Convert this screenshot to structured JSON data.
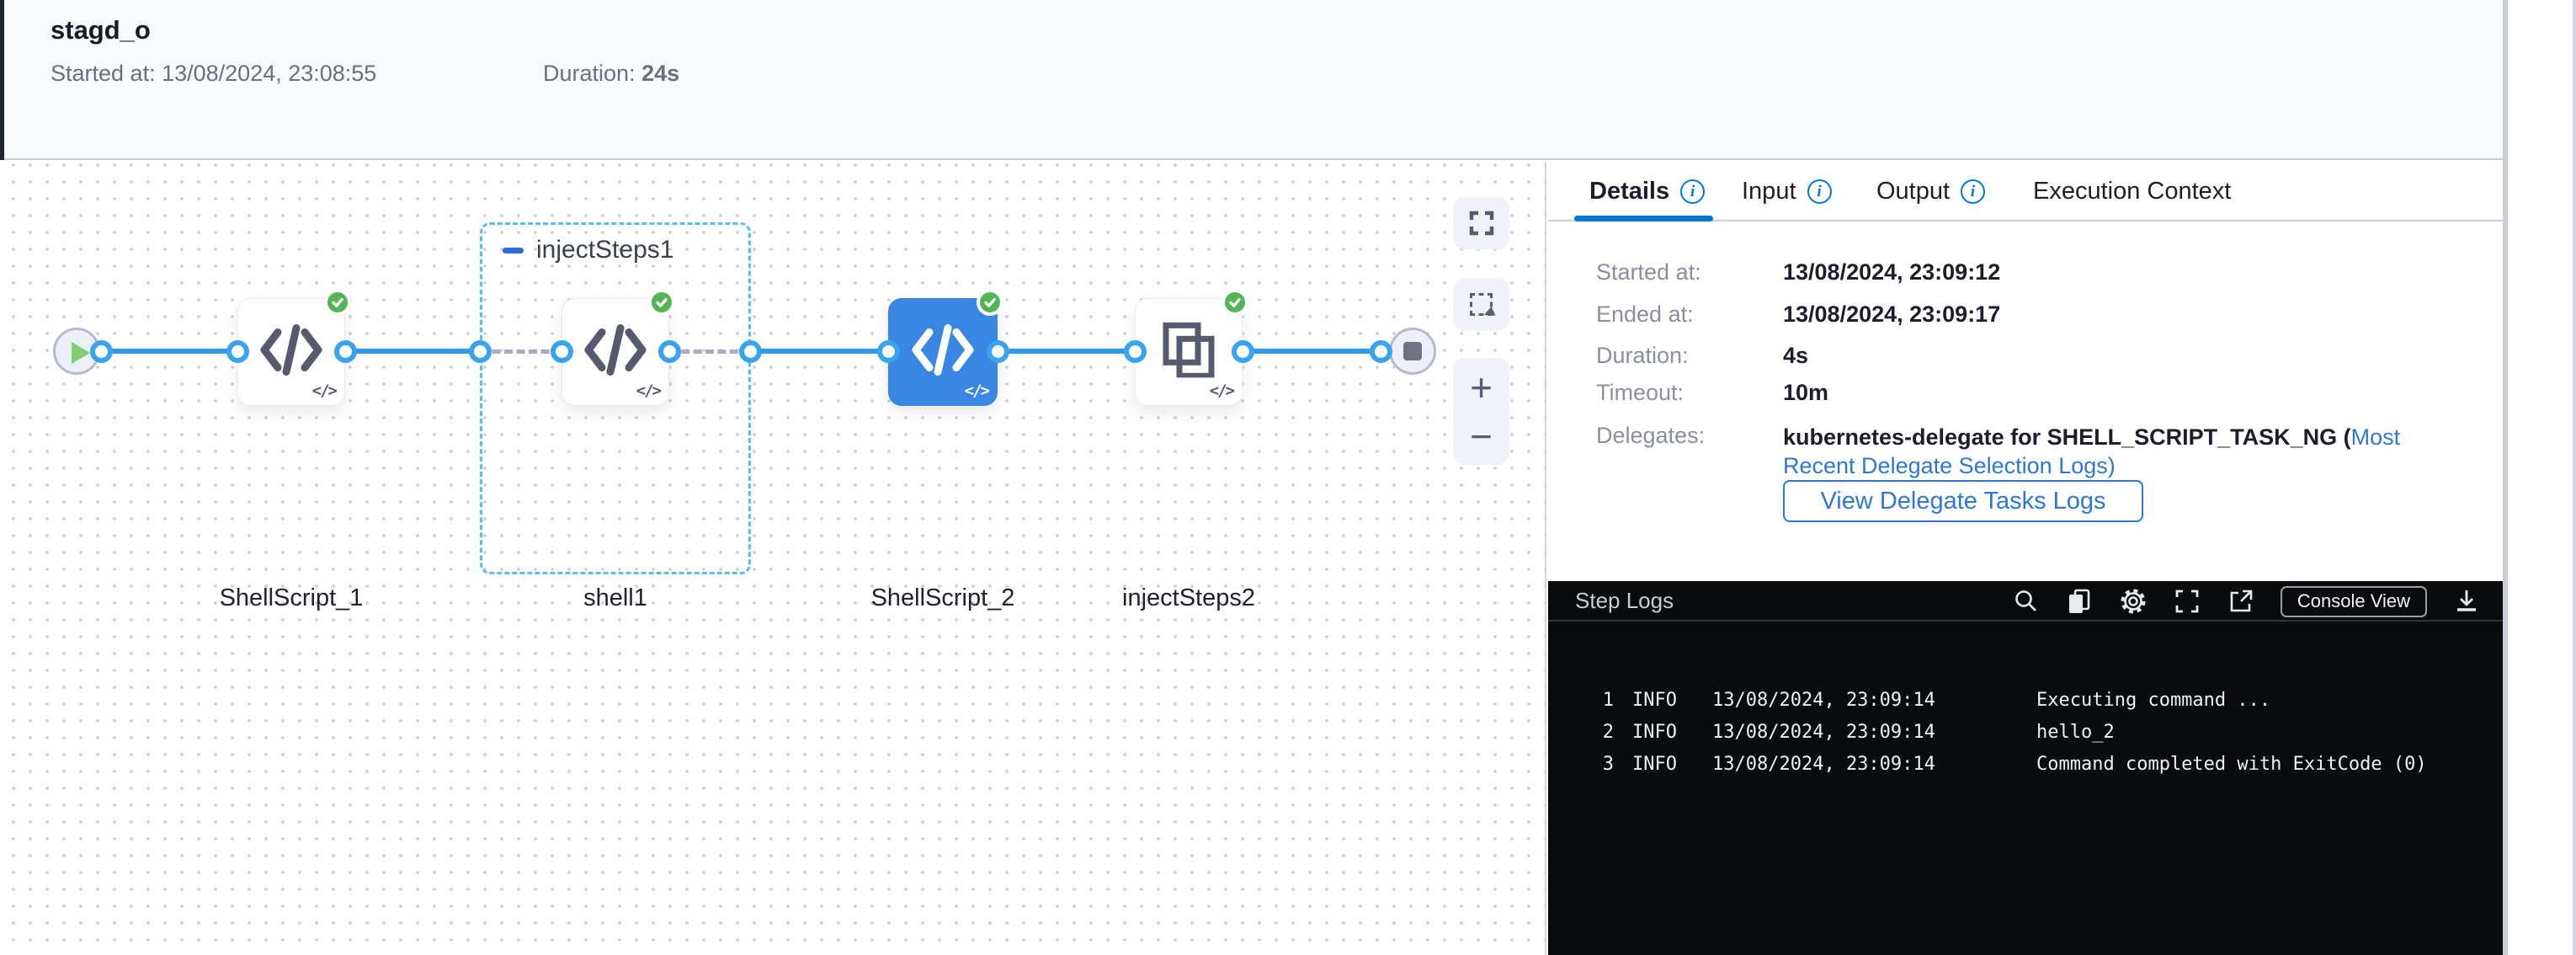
{
  "header": {
    "title": "stagd_o",
    "started_label": "Started at:",
    "started_value": "13/08/2024, 23:08:55",
    "duration_label": "Duration:",
    "duration_value": "24s"
  },
  "canvas": {
    "container": {
      "label": "injectSteps1"
    },
    "nodes": [
      {
        "label": "ShellScript_1",
        "type": "shell-script",
        "status": "success"
      },
      {
        "label": "shell1",
        "type": "shell-script",
        "status": "success"
      },
      {
        "label": "ShellScript_2",
        "type": "shell-script",
        "status": "success",
        "selected": true
      },
      {
        "label": "injectSteps2",
        "type": "steps-group",
        "status": "success"
      }
    ],
    "controls": {
      "zoom_in": "+",
      "zoom_out": "−"
    }
  },
  "tabs": {
    "items": [
      {
        "label": "Details"
      },
      {
        "label": "Input"
      },
      {
        "label": "Output"
      },
      {
        "label": "Execution Context"
      }
    ],
    "active": "Details"
  },
  "details": {
    "rows": [
      {
        "label": "Started at:",
        "value": "13/08/2024, 23:09:12"
      },
      {
        "label": "Ended at:",
        "value": "13/08/2024, 23:09:17"
      },
      {
        "label": "Duration:",
        "value": "4s"
      },
      {
        "label": "Timeout:",
        "value": "10m"
      }
    ],
    "delegates_label": "Delegates:",
    "delegates_text": "kubernetes-delegate for SHELL_SCRIPT_TASK_NG (",
    "delegates_link": "Most Recent Delegate Selection Logs",
    "delegates_suffix": ")",
    "view_logs_button": "View Delegate Tasks Logs"
  },
  "logs": {
    "title": "Step Logs",
    "console_view_label": "Console View",
    "lines": [
      {
        "num": "1",
        "level": "INFO",
        "time": "13/08/2024, 23:09:14",
        "message": "Executing command ..."
      },
      {
        "num": "2",
        "level": "INFO",
        "time": "13/08/2024, 23:09:14",
        "message": "hello_2"
      },
      {
        "num": "3",
        "level": "INFO",
        "time": "13/08/2024, 23:09:14",
        "message": "Command completed with ExitCode (0)"
      }
    ]
  },
  "colors": {
    "accent_blue": "#0278d5",
    "edge_blue": "#2e9ae8",
    "link_blue": "#2e78d2",
    "success_green": "#53b556",
    "selected_node_blue": "#3a86e4",
    "console_bg": "#0a0b0d",
    "header_bg": "#f9fafe"
  }
}
